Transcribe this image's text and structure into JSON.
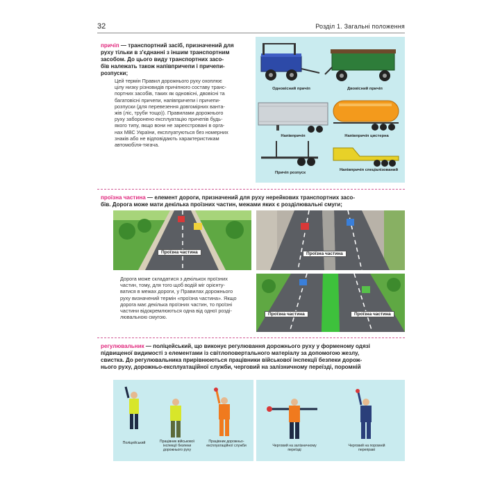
{
  "header": {
    "page_number": "32",
    "section": "Розділ 1. Загальні положення"
  },
  "block1": {
    "term": "причіп",
    "definition_lines": [
      " — транспортний засіб, призначений для",
      "руху тільки в з'єднанні з іншим транспортним",
      "засобом. До цього виду транспортних засо-",
      "бів належать також напівпричепи і причепи-",
      "розпуски;"
    ],
    "comment_lines": [
      "Цей термін Правил дорожнього руху охоплює",
      "цілу низку різновидів причіпного составу транс-",
      "портних засобів, таких як одновісні, двовісні та",
      "багатовісні причепи, напівпричепи і причепи-",
      "розпуски (для перевезення довгомірних ванта-",
      "жів (ліс, труби тощо)). Правилами дорожнього",
      "руху заборонено експлуатацію причепів будь-",
      "якого типу, якщо вони не зареєстровані в орга-",
      "нах МВС України, експлуатуються без номерних",
      "знаків або не відповідають характеристикам",
      "автомобіля-тягача."
    ],
    "captions": {
      "single_axle": "Одновісний причіп",
      "two_axle": "Двовісний причіп",
      "semi": "Напівпричіп",
      "tank": "Напівпричіп цистерна",
      "pole": "Причіп розпуск",
      "special": "Напівпричіп спеціалізований"
    }
  },
  "block2": {
    "term": "проїзна частина",
    "definition_lines": [
      " — елемент дороги, призначений для руху нерейкових транспортних засо-",
      "бів. Дорога може мати декілька проїзних частин, межами яких є розділювальні смуги;"
    ],
    "comment_lines": [
      "Дорога може складатися з декількох проїзних",
      "частин, тому, для того щоб водій міг орієнту-",
      "ватися в межах дороги, у Правилах дорожнього",
      "руху визначений термін «проїзна частина». Якщо",
      "дорога має декілька проїзних частин, то проїзні",
      "частини відокремлюються одна від одної розді-",
      "лювальною смугою."
    ],
    "road_label": "Проїзна частина"
  },
  "block3": {
    "term": "регулювальник",
    "definition_lines": [
      " — поліцейський, що виконує регулювання дорожнього руху у форменому одязі",
      "підвищеної видимості з елементами із світлоповертального матеріалу за допомогою жезлу,",
      "свистка. До регулювальника прирівнюються працівники військової інспекції безпеки дорож-",
      "нього руху, дорожньо-експлуатаційної служби, черговий на залізничному переїзді, поромній"
    ],
    "captions": {
      "police": "Поліцейський",
      "military": "Працівник військової інспекції безпеки дорожнього руху",
      "road_service": "Працівник дорожньо-експлуатаційної служби",
      "railway": "Черговий на залізничному переїзді",
      "ferry": "Черговий на поромній переправі"
    }
  },
  "colors": {
    "term": "#e0287d",
    "panel": "#c9ebef",
    "road": "#5b5e63",
    "grass": "#5fa843",
    "vest": "#d8e62a",
    "orange": "#f07a1e"
  }
}
